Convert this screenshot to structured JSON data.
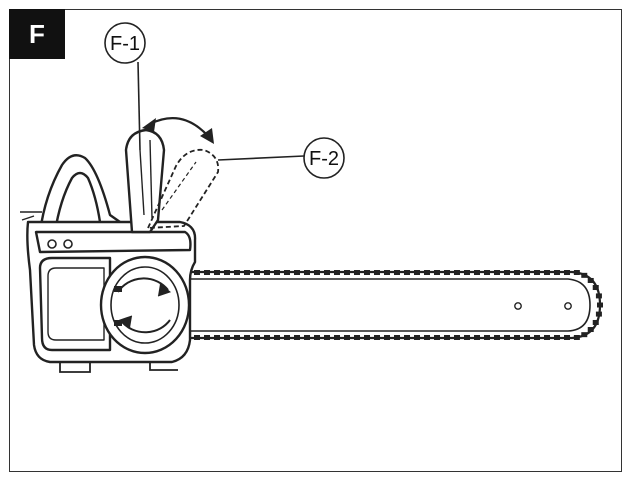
{
  "figure": {
    "badge": "F",
    "callouts": [
      {
        "id": "F-1",
        "text": "F-1"
      },
      {
        "id": "F-2",
        "text": "F-2"
      }
    ]
  },
  "colors": {
    "ink": "#222222",
    "badge_bg": "#111111",
    "badge_fg": "#ffffff"
  }
}
